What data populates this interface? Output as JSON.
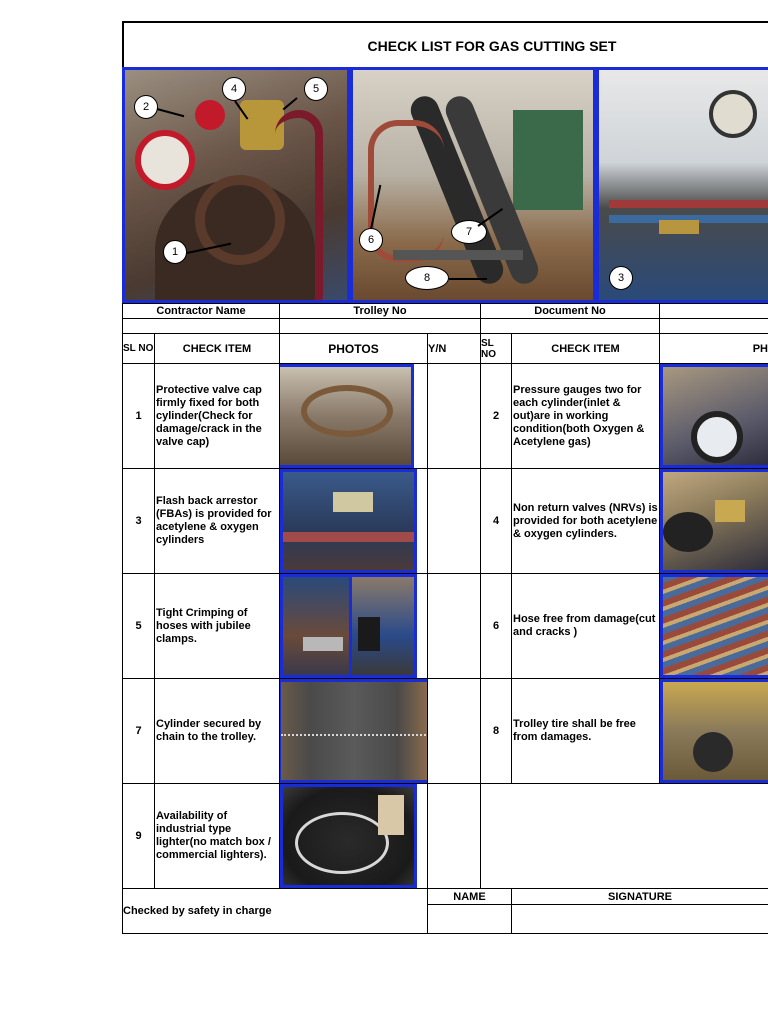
{
  "title": "CHECK LIST FOR GAS CUTTING SET",
  "top_photos": {
    "callouts": [
      "1",
      "2",
      "3",
      "4",
      "5",
      "6",
      "7",
      "8"
    ]
  },
  "info_row": {
    "contractor_name_label": "Contractor Name",
    "trolley_no_label": "Trolley No",
    "document_no_label": "Document No"
  },
  "columns": {
    "sl_no": "SL NO",
    "check_item": "CHECK ITEM",
    "photos": "PHOTOS",
    "yn": "Y/N",
    "photos_right": "PH"
  },
  "items": [
    {
      "sl": "1",
      "text": "Protective valve cap firmly fixed for both cylinder(Check for damage/crack in the valve cap)"
    },
    {
      "sl": "2",
      "text": "Pressure gauges two for each cylinder(inlet & out)are in working condition(both Oxygen & Acetylene gas)"
    },
    {
      "sl": "3",
      "text": "Flash back arrestor (FBAs) is provided for acetylene & oxygen cylinders"
    },
    {
      "sl": "4",
      "text": "Non return valves (NRVs) is provided for both acetylene & oxygen cylinders."
    },
    {
      "sl": "5",
      "text": "Tight Crimping of hoses with jubilee clamps."
    },
    {
      "sl": "6",
      "text": "Hose free from damage(cut and cracks )"
    },
    {
      "sl": "7",
      "text": "Cylinder secured by chain to the trolley."
    },
    {
      "sl": "8",
      "text": "Trolley tire shall be free from damages."
    },
    {
      "sl": "9",
      "text": "Availability of industrial type lighter(no match box / commercial lighters)."
    }
  ],
  "footer": {
    "checked_by": "Checked by  safety in charge",
    "name": "NAME",
    "signature": "SIGNATURE"
  },
  "colors": {
    "photo_border": "#1a2bd8"
  }
}
